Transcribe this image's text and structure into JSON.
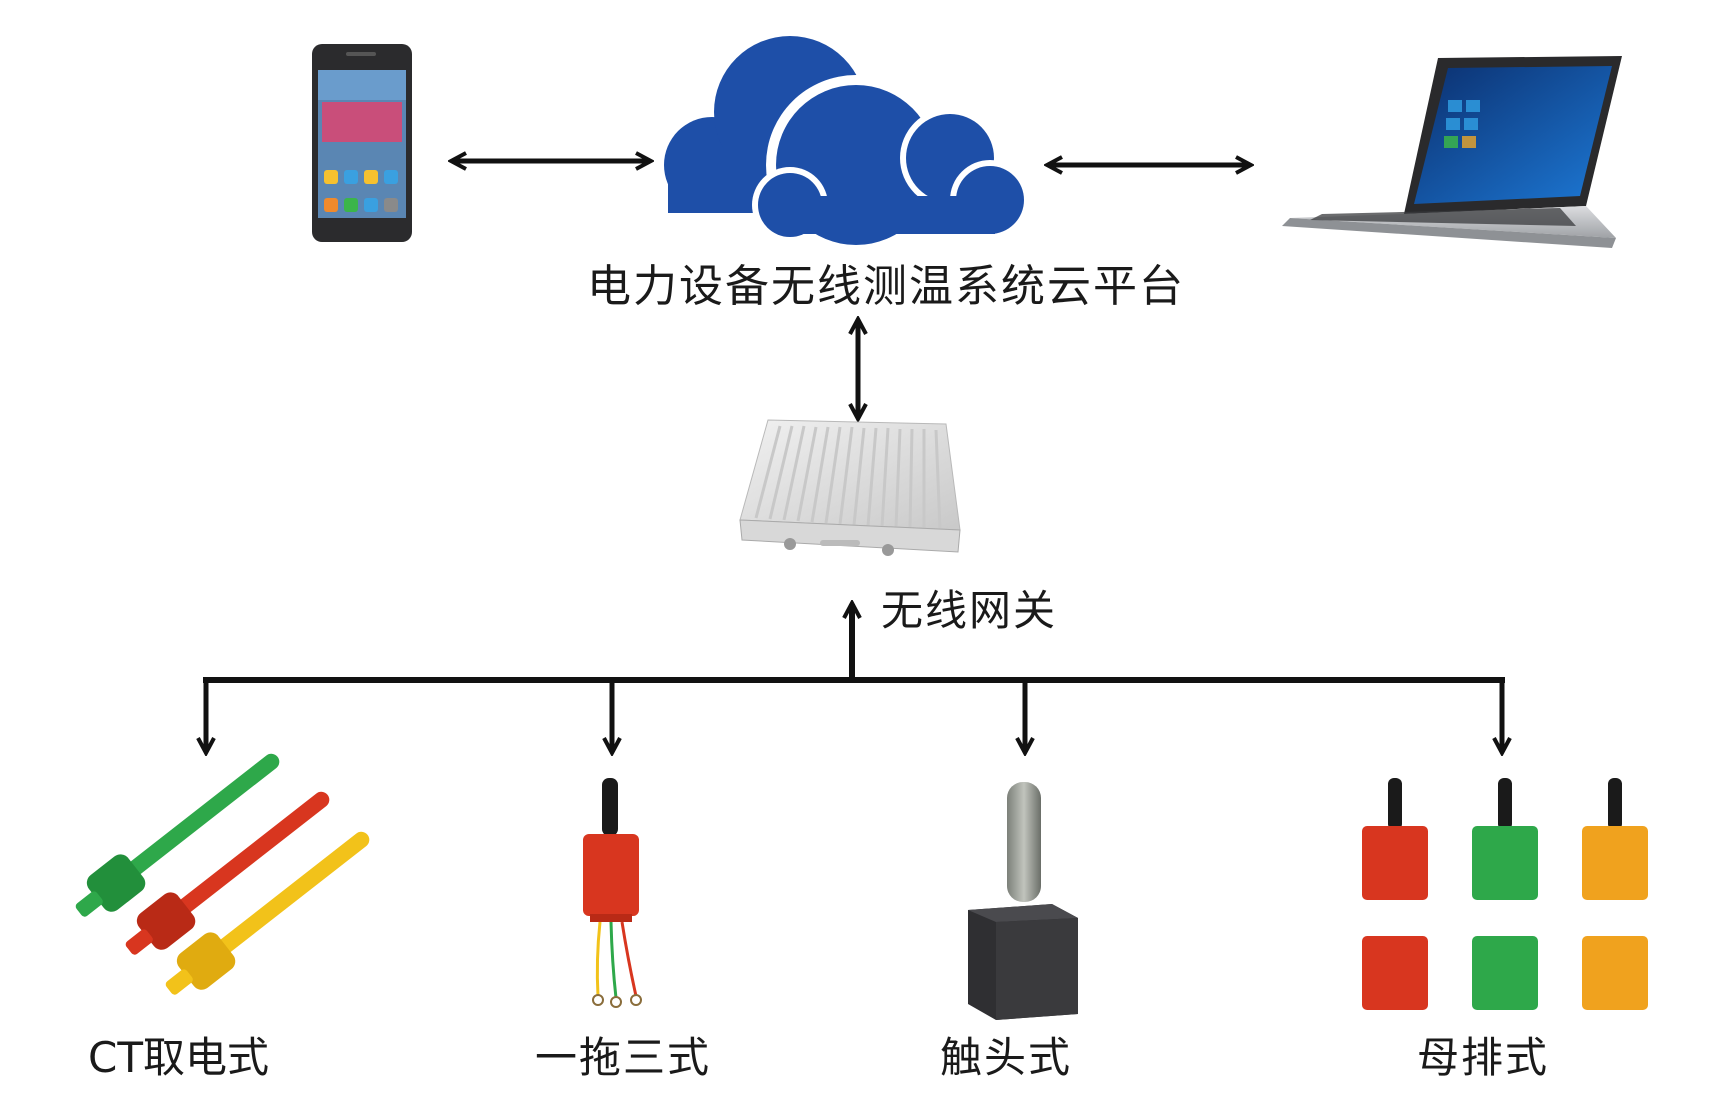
{
  "diagram": {
    "cloud_platform_label": "电力设备无线测温系统云平台",
    "gateway_label": "无线网关",
    "sensors": [
      {
        "label": "CT取电式"
      },
      {
        "label": "一拖三式"
      },
      {
        "label": "触头式"
      },
      {
        "label": "母排式"
      }
    ]
  },
  "colors": {
    "cloud": "#1e4fa8",
    "arrow": "#111111",
    "red": "#d8361f",
    "green": "#2ea84a",
    "yellow": "#f2c21a",
    "orange": "#f0a21e"
  },
  "icons": [
    "smartphone-icon",
    "cloud-icon",
    "laptop-icon",
    "gateway-device-icon",
    "ct-sensor-icon",
    "one-to-three-sensor-icon",
    "contact-sensor-icon",
    "busbar-sensor-icon"
  ]
}
